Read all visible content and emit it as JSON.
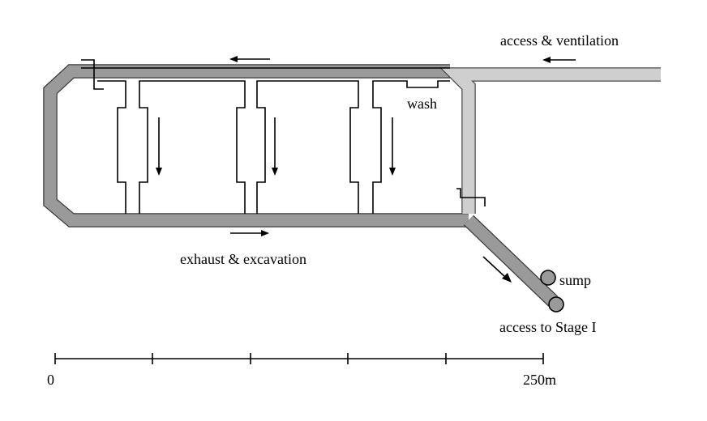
{
  "labels": {
    "access_ventilation": "access & ventilation",
    "exhaust_excavation": "exhaust & excavation",
    "wash": "wash",
    "sump": "sump",
    "access_stage": "access to Stage I"
  },
  "scale_bar": {
    "start_label": "0",
    "end_label": "250m"
  },
  "colors": {
    "exhaust_gallery": "#9a9a9a",
    "access_gallery": "#cfcfcf",
    "outline": "#000000"
  }
}
